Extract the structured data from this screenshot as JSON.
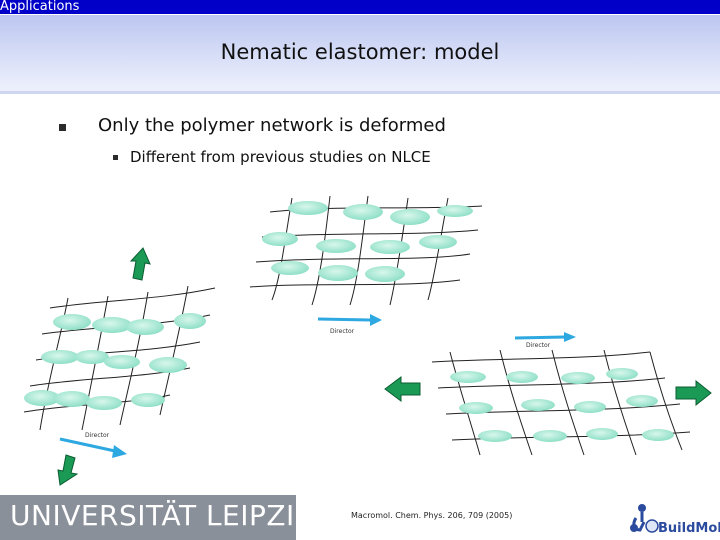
{
  "header": {
    "app_label": "Applications",
    "title": "Nematic elastomer: model"
  },
  "bullets": {
    "level1": "Only the polymer network is deformed",
    "level2": "Different from previous studies on NLCE"
  },
  "figure": {
    "director_top": "Director",
    "director_left": "Director",
    "director_right": "Director"
  },
  "footer": {
    "university": "UNIVERSITÄT LEIPZIG",
    "citation": "Macromol. Chem. Phys. 206, 709 (2005)",
    "brand": "BuildMoNa"
  },
  "colors": {
    "topbar": "#0000c8",
    "ellipse_fill": "#9de6cf",
    "arrow_green": "#1a9a55",
    "director_arrow": "#2ea8e0"
  }
}
